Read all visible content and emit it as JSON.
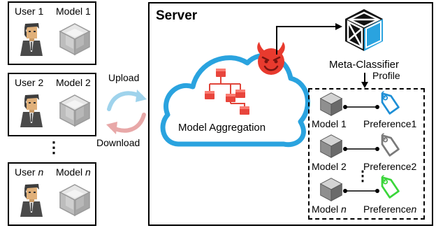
{
  "users": [
    {
      "user_prefix": "User ",
      "user_index": "1",
      "model_prefix": "Model ",
      "model_index": "1"
    },
    {
      "user_prefix": "User ",
      "user_index": "2",
      "model_prefix": "Model ",
      "model_index": "2"
    },
    {
      "user_prefix": "User ",
      "user_index": "n",
      "model_prefix": "Model ",
      "model_index": "n"
    }
  ],
  "user_ellipsis": "⋮",
  "sync": {
    "upload": "Upload",
    "download": "Download"
  },
  "server": {
    "title": "Server",
    "aggregation": "Model Aggregation",
    "meta_classifier": "Meta-Classifier",
    "profile": "Profile",
    "ellipsis": "⋮",
    "profiles": [
      {
        "model_prefix": "Model ",
        "model_index": "1",
        "pref_prefix": "Preference",
        "pref_index": "1",
        "tag_color": "#1e8fd6"
      },
      {
        "model_prefix": "Model ",
        "model_index": "2",
        "pref_prefix": "Preference",
        "pref_index": "2",
        "tag_color": "#7a7a7a"
      },
      {
        "model_prefix": "Model ",
        "model_index": "n",
        "pref_prefix": "Preference",
        "pref_index": "n",
        "tag_color": "#3ad63a"
      }
    ]
  },
  "colors": {
    "cloud": "#2aa3df",
    "upload_arrow": "#9fd3ec",
    "download_arrow": "#e8a8a8",
    "attacker": "#e83a2e",
    "meta_cube_face": "#2aa3df"
  }
}
